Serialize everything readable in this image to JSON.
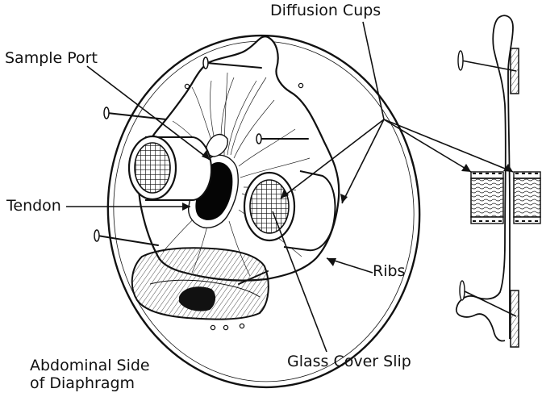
{
  "labels": {
    "diffusion_cups": "Diffusion Cups",
    "sample_port": "Sample Port",
    "tendon": "Tendon",
    "ribs": "Ribs",
    "glass_cover_slip": "Glass Cover Slip",
    "caption_line1": "Abdominal Side",
    "caption_line2": "of Diaphragm"
  },
  "colors": {
    "ink": "#111111",
    "paper": "#ffffff"
  }
}
